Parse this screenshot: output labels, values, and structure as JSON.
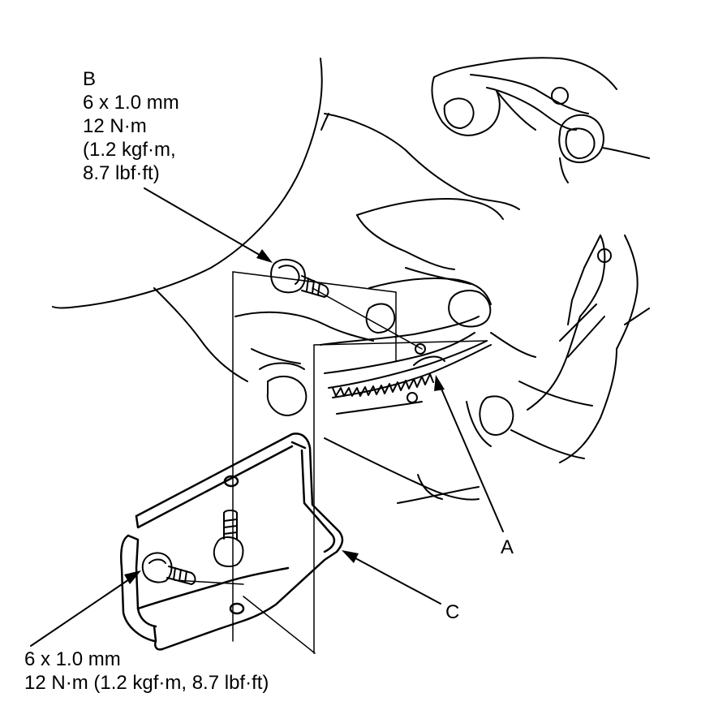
{
  "labels": {
    "b": {
      "letter": "B",
      "size": "6 x 1.0 mm",
      "torque": "12 N·m",
      "kgf": "(1.2 kgf·m,",
      "lbf": "8.7 lbf·ft)"
    },
    "a": {
      "letter": "A"
    },
    "c": {
      "letter": "C"
    },
    "bottom_bolt": {
      "size": "6 x 1.0 mm",
      "torque": "12 N·m (1.2 kgf·m, 8.7 lbf·ft)"
    }
  }
}
